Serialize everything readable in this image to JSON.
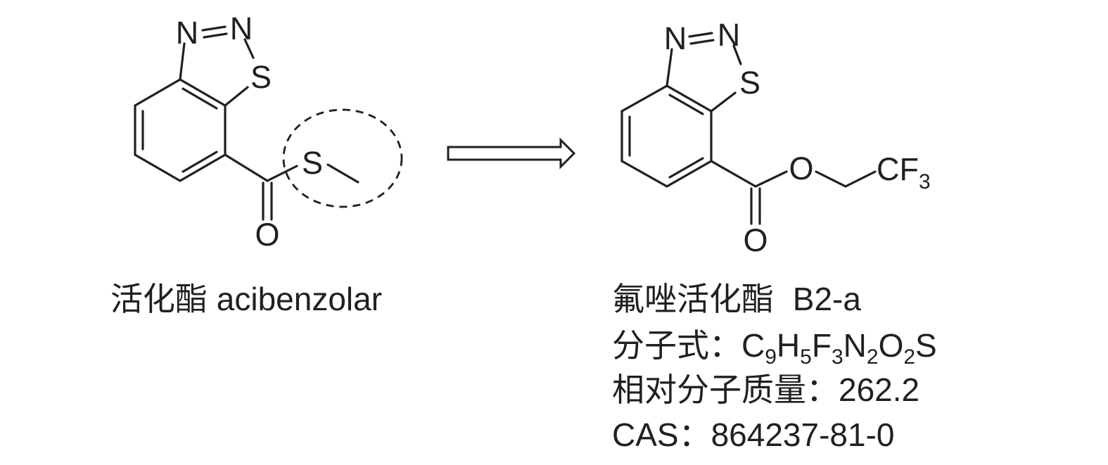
{
  "left_compound": {
    "atoms": {
      "n1": "N",
      "n2": "N",
      "s_ring": "S",
      "s_thio": "S",
      "o_carbonyl": "O"
    },
    "caption": {
      "chinese": "活化酯",
      "english": "acibenzolar"
    }
  },
  "right_compound": {
    "atoms": {
      "n1": "N",
      "n2": "N",
      "s_ring": "S",
      "o_ester": "O",
      "o_carbonyl": "O",
      "cf": "CF",
      "cf_sub": "3"
    },
    "caption": {
      "name_cn": "氟唑活化酯",
      "code": "B2-a",
      "formula_label": "分子式：",
      "formula": [
        {
          "text": "C"
        },
        {
          "text": "9",
          "sub": true
        },
        {
          "text": "H"
        },
        {
          "text": "5",
          "sub": true
        },
        {
          "text": "F"
        },
        {
          "text": "3",
          "sub": true
        },
        {
          "text": "N"
        },
        {
          "text": "2",
          "sub": true
        },
        {
          "text": "O"
        },
        {
          "text": "2",
          "sub": true
        },
        {
          "text": "S"
        }
      ],
      "mw_label": "相对分子质量：",
      "mw_value": "262.2",
      "cas_label": "CAS：",
      "cas_value": "864237-81-0"
    }
  }
}
